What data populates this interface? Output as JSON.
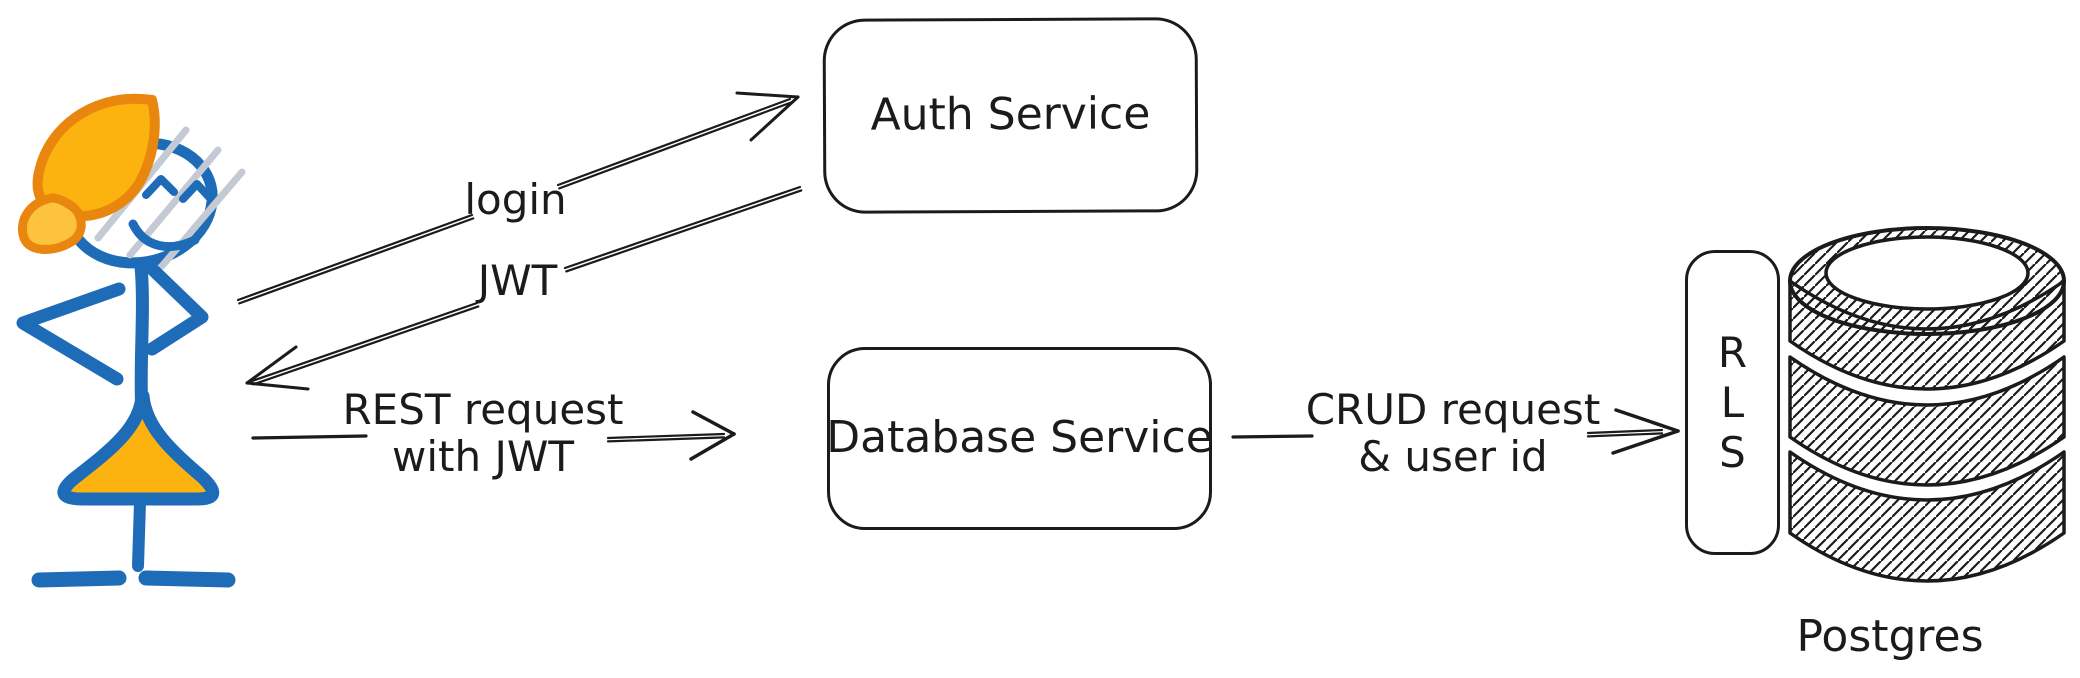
{
  "nodes": {
    "auth_service": {
      "label": "Auth Service"
    },
    "database_service": {
      "label": "Database Service"
    },
    "rls": {
      "label": "R\nL\nS"
    },
    "postgres_caption": "Postgres"
  },
  "edges": {
    "login": "login",
    "jwt": "JWT",
    "rest": "REST request\nwith JWT",
    "crud": "CRUD request\n& user id"
  },
  "icons": {
    "user_figure": "stick-person",
    "database": "database-cylinder"
  },
  "colors": {
    "line": "#1b1b1b",
    "figure_blue": "#1e6bb8",
    "hair_orange_stroke": "#e8860d",
    "hair_orange_fill": "#fcb30f"
  }
}
